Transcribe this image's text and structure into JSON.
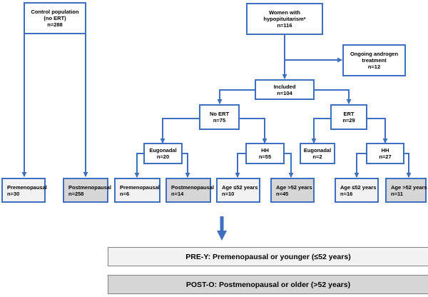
{
  "colors": {
    "line": "#3f6fbf",
    "arrow_down": "#3f6fbf",
    "light_fill": "#f2f2f2",
    "dark_fill": "#d6d6d6"
  },
  "nodes": {
    "control_population": {
      "lines": [
        "Control population",
        "(no ERT)",
        "n=288"
      ]
    },
    "women_hypopituitarism": {
      "lines": [
        "Women with",
        "hypopituitarism*",
        "n=116"
      ]
    },
    "ongoing_androgen": {
      "lines": [
        "Ongoing androgen",
        "treatment",
        "n=12"
      ]
    },
    "included": {
      "lines": [
        "Included",
        "n=104"
      ]
    },
    "no_ert": {
      "lines": [
        "No ERT",
        "n=75"
      ]
    },
    "ert": {
      "lines": [
        "ERT",
        "n=29"
      ]
    },
    "eugonadal_no_ert": {
      "lines": [
        "Eugonadal",
        "n=20"
      ]
    },
    "hh_no_ert": {
      "lines": [
        "HH",
        "n=55"
      ]
    },
    "eugonadal_ert": {
      "lines": [
        "Eugonadal",
        "n=2"
      ]
    },
    "hh_ert": {
      "lines": [
        "HH",
        "n=27"
      ]
    },
    "control_premenopausal": {
      "lines": [
        "Premenopausal",
        "n=30"
      ]
    },
    "control_postmenopausal": {
      "lines": [
        "Postmenopausal",
        "n=258"
      ]
    },
    "eu_premenopausal": {
      "lines": [
        "Premenopausal",
        "n=6"
      ]
    },
    "eu_postmenopausal": {
      "lines": [
        "Postmenopausal",
        "n=14"
      ]
    },
    "hh_age_le52": {
      "lines": [
        "Age ≤52 years",
        "n=10"
      ]
    },
    "hh_age_gt52": {
      "lines": [
        "Age >52 years",
        "n=45"
      ]
    },
    "ert_age_le52": {
      "lines": [
        "Age ≤52 years",
        "n=16"
      ]
    },
    "ert_age_gt52": {
      "lines": [
        "Age >52 years",
        "n=11"
      ]
    }
  },
  "legend": {
    "pre_y": "PRE-Y: Premenopausal or younger (≤52 years)",
    "post_o": "POST-O: Postmenopausal or older (>52 years)"
  }
}
